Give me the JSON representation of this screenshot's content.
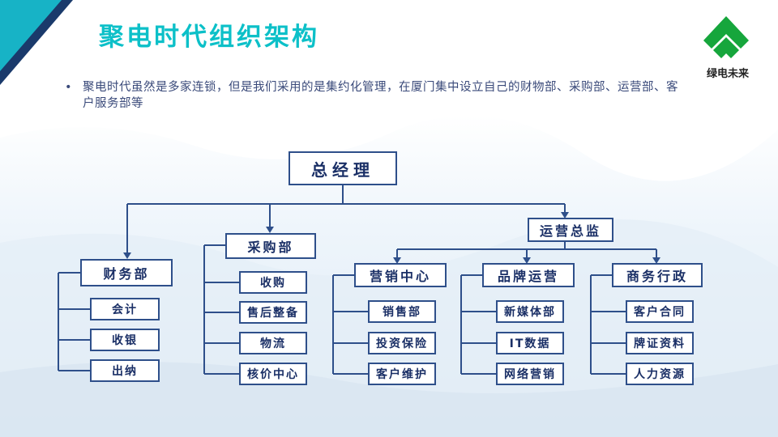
{
  "slide": {
    "title": "聚电时代组织架构",
    "bullet": "聚电时代虽然是多家连锁，但是我们采用的是集约化管理，在厦门集中设立自己的财物部、采购部、运营部、客户服务部等",
    "logo_text": "绿电未来"
  },
  "colors": {
    "accent": "#0cc0c8",
    "box_border": "#2e4f8a",
    "logo_green": "#16a63c",
    "corner_dark": "#1a3a6b"
  },
  "org": {
    "root": "总经理",
    "finance": {
      "label": "财务部",
      "children": [
        "会计",
        "收银",
        "出纳"
      ]
    },
    "purchase": {
      "label": "采购部",
      "children": [
        "收购",
        "售后整备",
        "物流",
        "核价中心"
      ]
    },
    "ops": {
      "label": "运营总监"
    },
    "marketing": {
      "label": "营销中心",
      "children": [
        "销售部",
        "投资保险",
        "客户维护"
      ]
    },
    "brand": {
      "label": "品牌运营",
      "children": [
        "新媒体部",
        "IT数据",
        "网络营销"
      ]
    },
    "admin": {
      "label": "商务行政",
      "children": [
        "客户合同",
        "牌证资料",
        "人力资源"
      ]
    }
  }
}
